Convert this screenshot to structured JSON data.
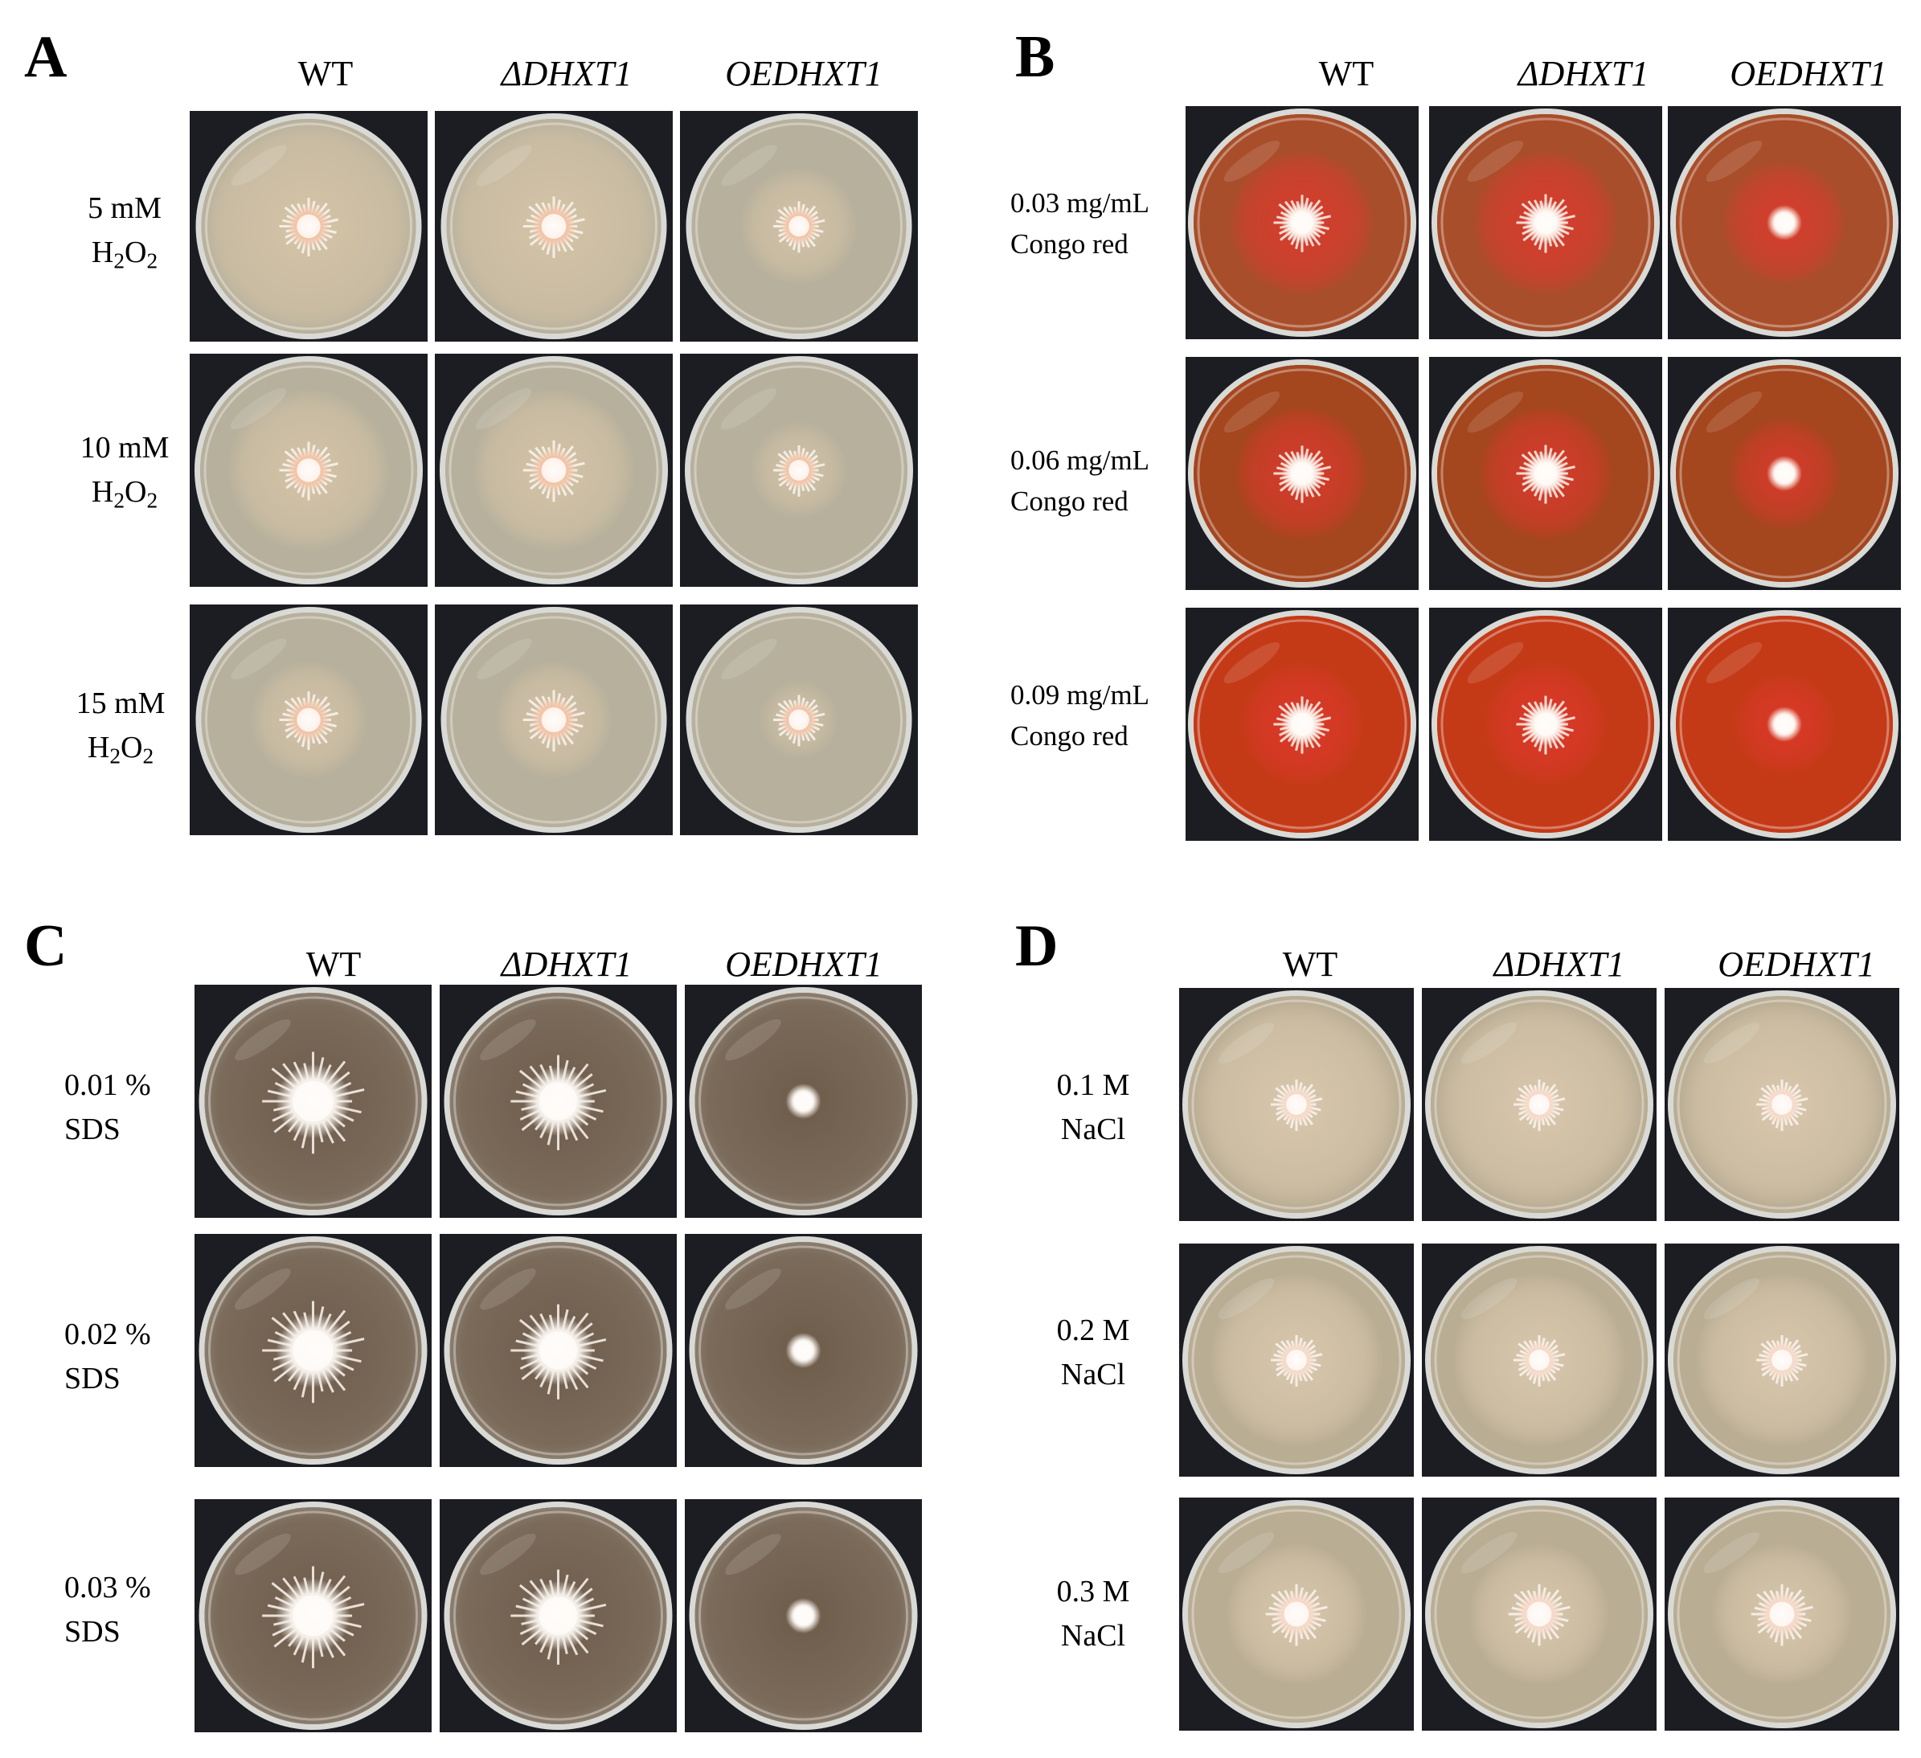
{
  "columns": [
    "WT",
    "ΔDHXT1",
    "OEDHXT1"
  ],
  "colors": {
    "background": "#ffffff",
    "plate_backdrop": "#1c1d22",
    "h2o2_medium": "#b7b09c",
    "congo_medium": "#b0542e",
    "sds_medium": "#8d8070",
    "nacl_medium": "#b9ad93"
  },
  "panels": [
    {
      "letter": "A",
      "rows": [
        {
          "line1": "5 mM",
          "line2": "H",
          "sub2": "2",
          "line2b": "O",
          "sub2b": "2"
        },
        {
          "line1": "10 mM",
          "line2": "H",
          "sub2": "2",
          "line2b": "O",
          "sub2b": "2"
        },
        {
          "line1": "15 mM",
          "line2": "H",
          "sub2": "2",
          "line2b": "O",
          "sub2b": "2"
        }
      ]
    },
    {
      "letter": "B",
      "rows": [
        {
          "line1": "0.03 mg/mL",
          "line2": "Congo red"
        },
        {
          "line1": "0.06 mg/mL",
          "line2": "Congo red"
        },
        {
          "line1": "0.09 mg/mL",
          "line2": "Congo red"
        }
      ]
    },
    {
      "letter": "C",
      "rows": [
        {
          "line1": "0.01 %",
          "line2": "SDS"
        },
        {
          "line1": "0.02 %",
          "line2": "SDS"
        },
        {
          "line1": "0.03 %",
          "line2": "SDS"
        }
      ]
    },
    {
      "letter": "D",
      "rows": [
        {
          "line1": "0.1 M",
          "line2": "NaCl"
        },
        {
          "line1": "0.2 M",
          "line2": "NaCl"
        },
        {
          "line1": "0.3 M",
          "line2": "NaCl"
        }
      ]
    }
  ]
}
